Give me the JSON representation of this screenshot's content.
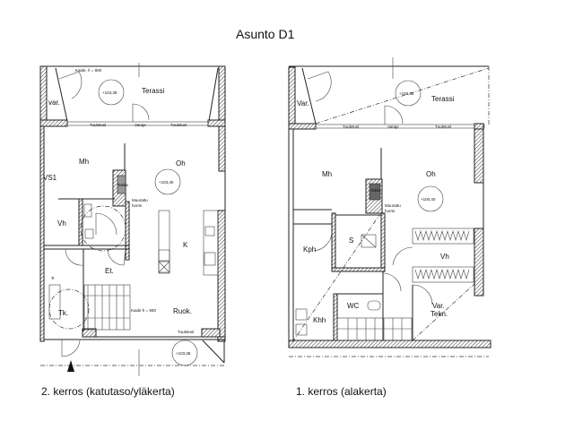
{
  "title": "Asunto D1",
  "upper_floor": {
    "caption": "2. kerros (katutaso/yläkerta)",
    "railing_top": "Kaide, h = 900",
    "railing_stair": "Kaide h = 900",
    "level_terrace": "+103,38",
    "level_living": "+103,40",
    "level_entrance": "+103,38",
    "windows": [
      "Tuuletusl",
      "Varaje",
      "Tuuletusl"
    ],
    "rooms": {
      "terrace": "Terassi",
      "storage": "var.",
      "bedroom": "Mh",
      "living": "Oh",
      "fireplace": "Takka",
      "chimney_line1": "Muurattu",
      "chimney_line2": "hormi",
      "wall_tag": "VS1",
      "closet": "Vh",
      "kitchen": "K",
      "hall": "Et.",
      "wardrobe": "Tk.",
      "dining": "Ruok."
    }
  },
  "lower_floor": {
    "caption": "1. kerros (alakerta)",
    "level_terrace": "+100,38",
    "level_living": "+100,40",
    "windows": [
      "Tuuletusl",
      "Varaje",
      "Tuuletusl"
    ],
    "rooms": {
      "storage": "Var.",
      "terrace": "Terassi",
      "bedroom": "Mh",
      "living": "Oh",
      "fireplace": "Takka",
      "chimney_line1": "Muurattu",
      "chimney_line2": "hormi",
      "bathroom": "Kph",
      "sauna": "S",
      "closet": "Vh",
      "wc": "WC",
      "utility": "Khh",
      "tech_line1": "Var.",
      "tech_line2": "Tekn."
    }
  }
}
